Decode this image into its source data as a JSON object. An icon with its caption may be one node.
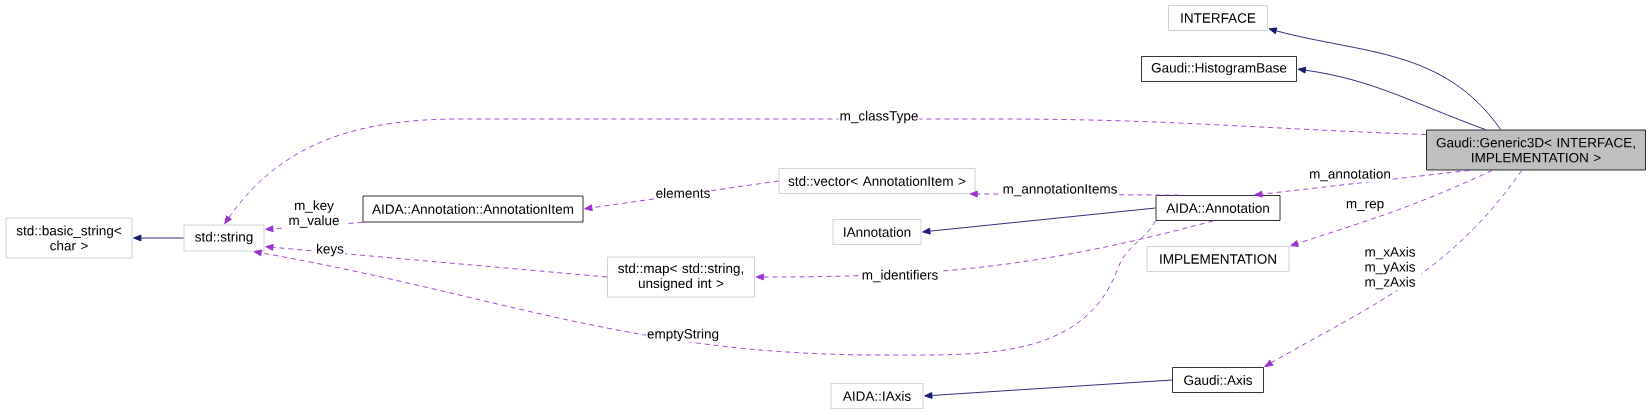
{
  "diagram": {
    "nodes": [
      {
        "text": [
          "INTERFACE"
        ]
      },
      {
        "text": [
          "Gaudi::HistogramBase"
        ]
      },
      {
        "text": [
          "Gaudi::Generic3D< INTERFACE, IMPLEMENTATION >"
        ]
      },
      {
        "text": [
          "std::basic_string< char >"
        ]
      },
      {
        "text": [
          "std::string"
        ]
      },
      {
        "text": [
          "AIDA::Annotation::AnnotationItem"
        ]
      },
      {
        "text": [
          "std::vector< AnnotationItem >"
        ]
      },
      {
        "text": [
          "AIDA::Annotation"
        ]
      },
      {
        "text": [
          "IAnnotation"
        ]
      },
      {
        "text": [
          "std::map< std::string, unsigned int >"
        ]
      },
      {
        "text": [
          "IMPLEMENTATION"
        ]
      },
      {
        "text": [
          "AIDA::IAxis"
        ]
      },
      {
        "text": [
          "Gaudi::Axis"
        ]
      }
    ],
    "edges": [
      {
        "from": 2,
        "to": 0,
        "arrow": "to",
        "color": "#191970"
      },
      {
        "from": 2,
        "to": 1,
        "arrow": "to",
        "color": "#191970"
      },
      {
        "from": 2,
        "to": 4,
        "arrow": "to",
        "style": "dashed",
        "label": "m_classType"
      },
      {
        "from": 2,
        "to": 7,
        "arrow": "to",
        "style": "dashed",
        "label": "m_annotation"
      },
      {
        "from": 2,
        "to": 10,
        "arrow": "to",
        "style": "dashed",
        "label": "m_rep"
      },
      {
        "from": 2,
        "to": 12,
        "arrow": "to",
        "style": "dashed",
        "label": "m_xAxis m_yAxis m_zAxis"
      },
      {
        "from": 4,
        "to": 3,
        "arrow": "to",
        "color": "#191970"
      },
      {
        "from": 5,
        "to": 4,
        "arrow": "to",
        "style": "dashed",
        "label": "m_key m_value"
      },
      {
        "from": 6,
        "to": 5,
        "arrow": "to",
        "style": "dashed",
        "label": "elements"
      },
      {
        "from": 7,
        "to": 6,
        "arrow": "to",
        "style": "dashed",
        "label": "m_annotationItems"
      },
      {
        "from": 7,
        "to": 8,
        "arrow": "to",
        "color": "#191970"
      },
      {
        "from": 7,
        "to": 9,
        "arrow": "to",
        "style": "dashed",
        "label": "m_identifiers"
      },
      {
        "from": 9,
        "to": 4,
        "arrow": "to",
        "style": "dashed",
        "label": "keys"
      },
      {
        "from": 7,
        "to": 4,
        "arrow": "to",
        "style": "dashed",
        "label": "emptyString"
      },
      {
        "from": 12,
        "to": 11,
        "arrow": "to",
        "color": "#191970"
      }
    ]
  }
}
